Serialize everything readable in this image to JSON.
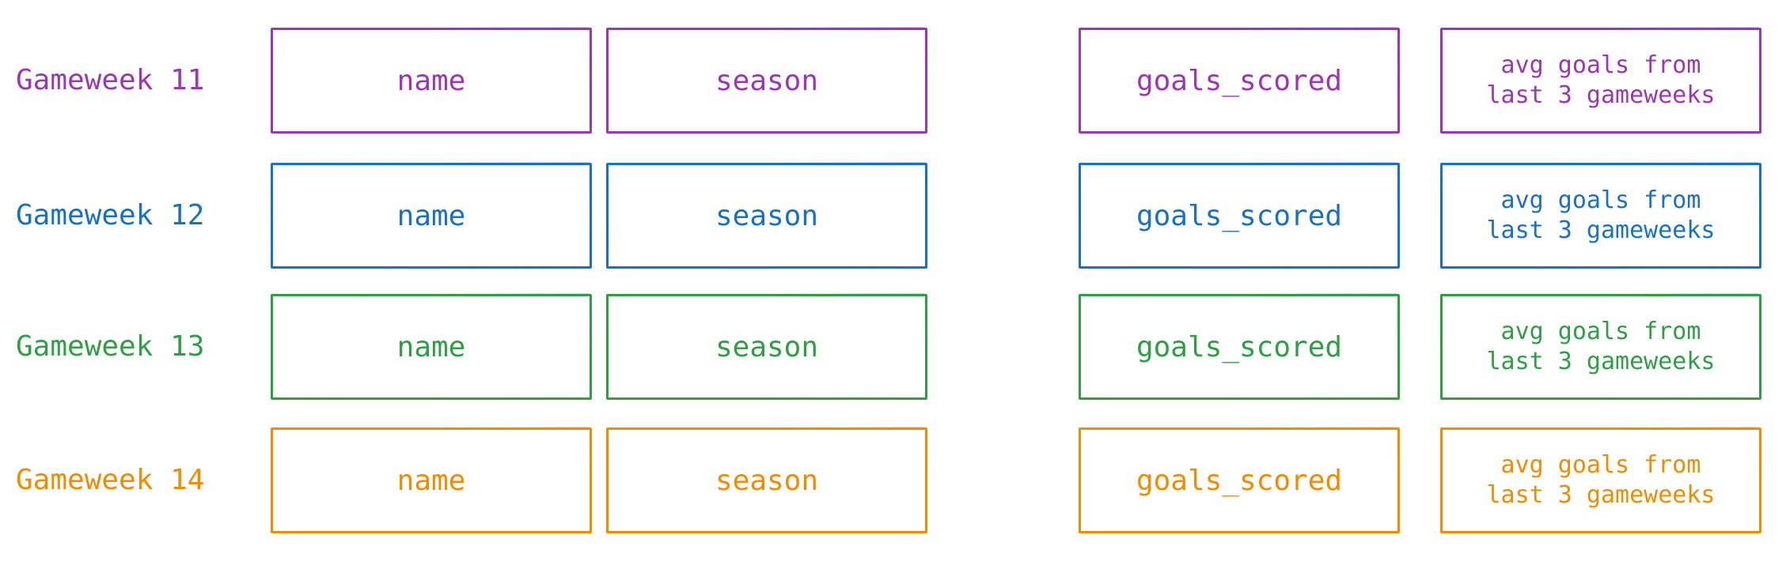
{
  "rows": [
    {
      "label": "Gameweek 11",
      "color": "#9c36b5",
      "name": "name",
      "season": "season",
      "goals": "goals_scored",
      "avg_line1": "avg goals from",
      "avg_line2": "last 3 gameweeks"
    },
    {
      "label": "Gameweek 12",
      "color": "#1971c2",
      "name": "name",
      "season": "season",
      "goals": "goals_scored",
      "avg_line1": "avg goals from",
      "avg_line2": "last 3 gameweeks"
    },
    {
      "label": "Gameweek 13",
      "color": "#2f9e44",
      "name": "name",
      "season": "season",
      "goals": "goals_scored",
      "avg_line1": "avg goals from",
      "avg_line2": "last 3 gameweeks"
    },
    {
      "label": "Gameweek 14",
      "color": "#f08c00",
      "name": "name",
      "season": "season",
      "goals": "goals_scored",
      "avg_line1": "avg goals from",
      "avg_line2": "last 3 gameweeks"
    }
  ]
}
